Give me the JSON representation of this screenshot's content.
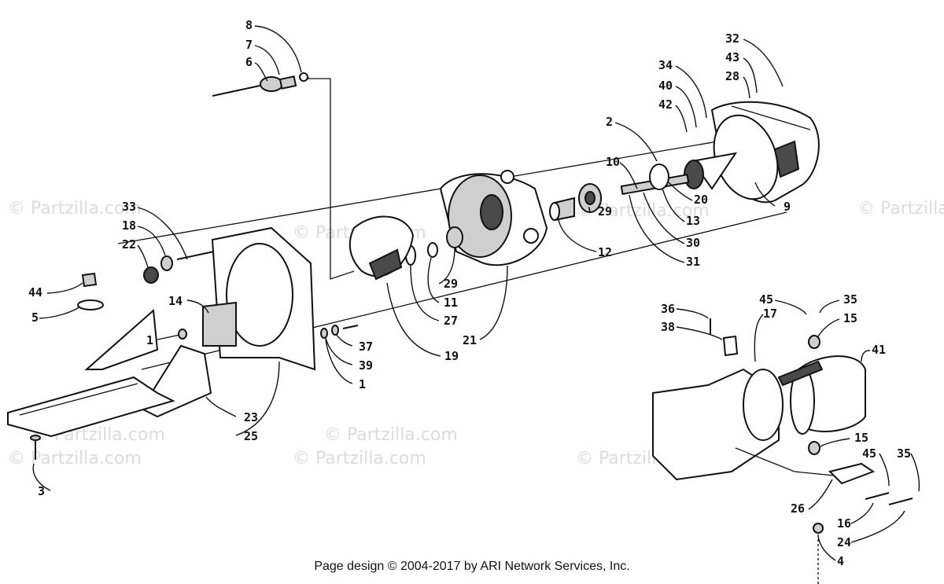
{
  "watermark": "© Partzilla.com",
  "footer": "Page design © 2004-2017 by ARI Network Services, Inc.",
  "callouts": [
    {
      "id": "c8",
      "text": "8"
    },
    {
      "id": "c7",
      "text": "7"
    },
    {
      "id": "c6",
      "text": "6"
    },
    {
      "id": "c32",
      "text": "32"
    },
    {
      "id": "c43",
      "text": "43"
    },
    {
      "id": "c28",
      "text": "28"
    },
    {
      "id": "c34",
      "text": "34"
    },
    {
      "id": "c40",
      "text": "40"
    },
    {
      "id": "c42",
      "text": "42"
    },
    {
      "id": "c2",
      "text": "2"
    },
    {
      "id": "c10",
      "text": "10"
    },
    {
      "id": "c20",
      "text": "20"
    },
    {
      "id": "c13",
      "text": "13"
    },
    {
      "id": "c30",
      "text": "30"
    },
    {
      "id": "c31",
      "text": "31"
    },
    {
      "id": "c9",
      "text": "9"
    },
    {
      "id": "c29a",
      "text": "29"
    },
    {
      "id": "c12",
      "text": "12"
    },
    {
      "id": "c33",
      "text": "33"
    },
    {
      "id": "c18",
      "text": "18"
    },
    {
      "id": "c22",
      "text": "22"
    },
    {
      "id": "c44",
      "text": "44"
    },
    {
      "id": "c5",
      "text": "5"
    },
    {
      "id": "c14",
      "text": "14"
    },
    {
      "id": "c1a",
      "text": "1"
    },
    {
      "id": "c29b",
      "text": "29"
    },
    {
      "id": "c11",
      "text": "11"
    },
    {
      "id": "c27",
      "text": "27"
    },
    {
      "id": "c21",
      "text": "21"
    },
    {
      "id": "c19",
      "text": "19"
    },
    {
      "id": "c37",
      "text": "37"
    },
    {
      "id": "c39",
      "text": "39"
    },
    {
      "id": "c1b",
      "text": "1"
    },
    {
      "id": "c23",
      "text": "23"
    },
    {
      "id": "c25",
      "text": "25"
    },
    {
      "id": "c3",
      "text": "3"
    },
    {
      "id": "c36",
      "text": "36"
    },
    {
      "id": "c38",
      "text": "38"
    },
    {
      "id": "c17",
      "text": "17"
    },
    {
      "id": "c45a",
      "text": "45"
    },
    {
      "id": "c35a",
      "text": "35"
    },
    {
      "id": "c15a",
      "text": "15"
    },
    {
      "id": "c41",
      "text": "41"
    },
    {
      "id": "c15b",
      "text": "15"
    },
    {
      "id": "c45b",
      "text": "45"
    },
    {
      "id": "c35b",
      "text": "35"
    },
    {
      "id": "c26",
      "text": "26"
    },
    {
      "id": "c16",
      "text": "16"
    },
    {
      "id": "c24",
      "text": "24"
    },
    {
      "id": "c4",
      "text": "4"
    }
  ]
}
